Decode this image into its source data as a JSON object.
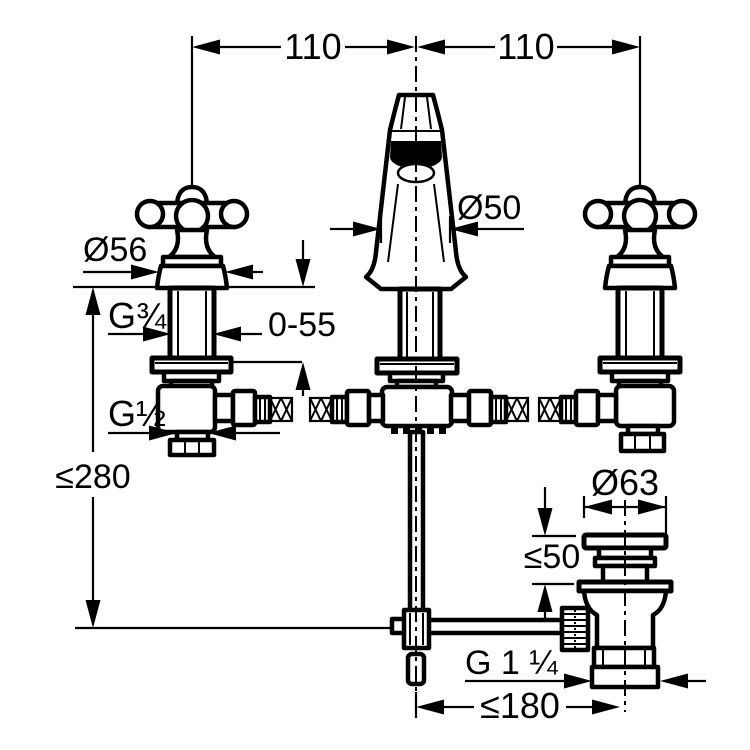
{
  "drawing": {
    "subject": "three-hole basin mixer technical dimension drawing with pop-up waste",
    "colors": {
      "line": "#000000",
      "background": "#ffffff"
    },
    "labels": {
      "spacing_left": "110",
      "spacing_right": "110",
      "spout_diameter": "Ø50",
      "handle_diameter": "Ø56",
      "shank_thread": "G¾",
      "clamp_range": "0-55",
      "inlet_thread": "G½",
      "max_depth": "≤280",
      "waste_flange_diameter": "Ø63",
      "basin_thickness": "≤50",
      "waste_thread": "G 1 ¼",
      "rod_offset": "≤180"
    }
  }
}
